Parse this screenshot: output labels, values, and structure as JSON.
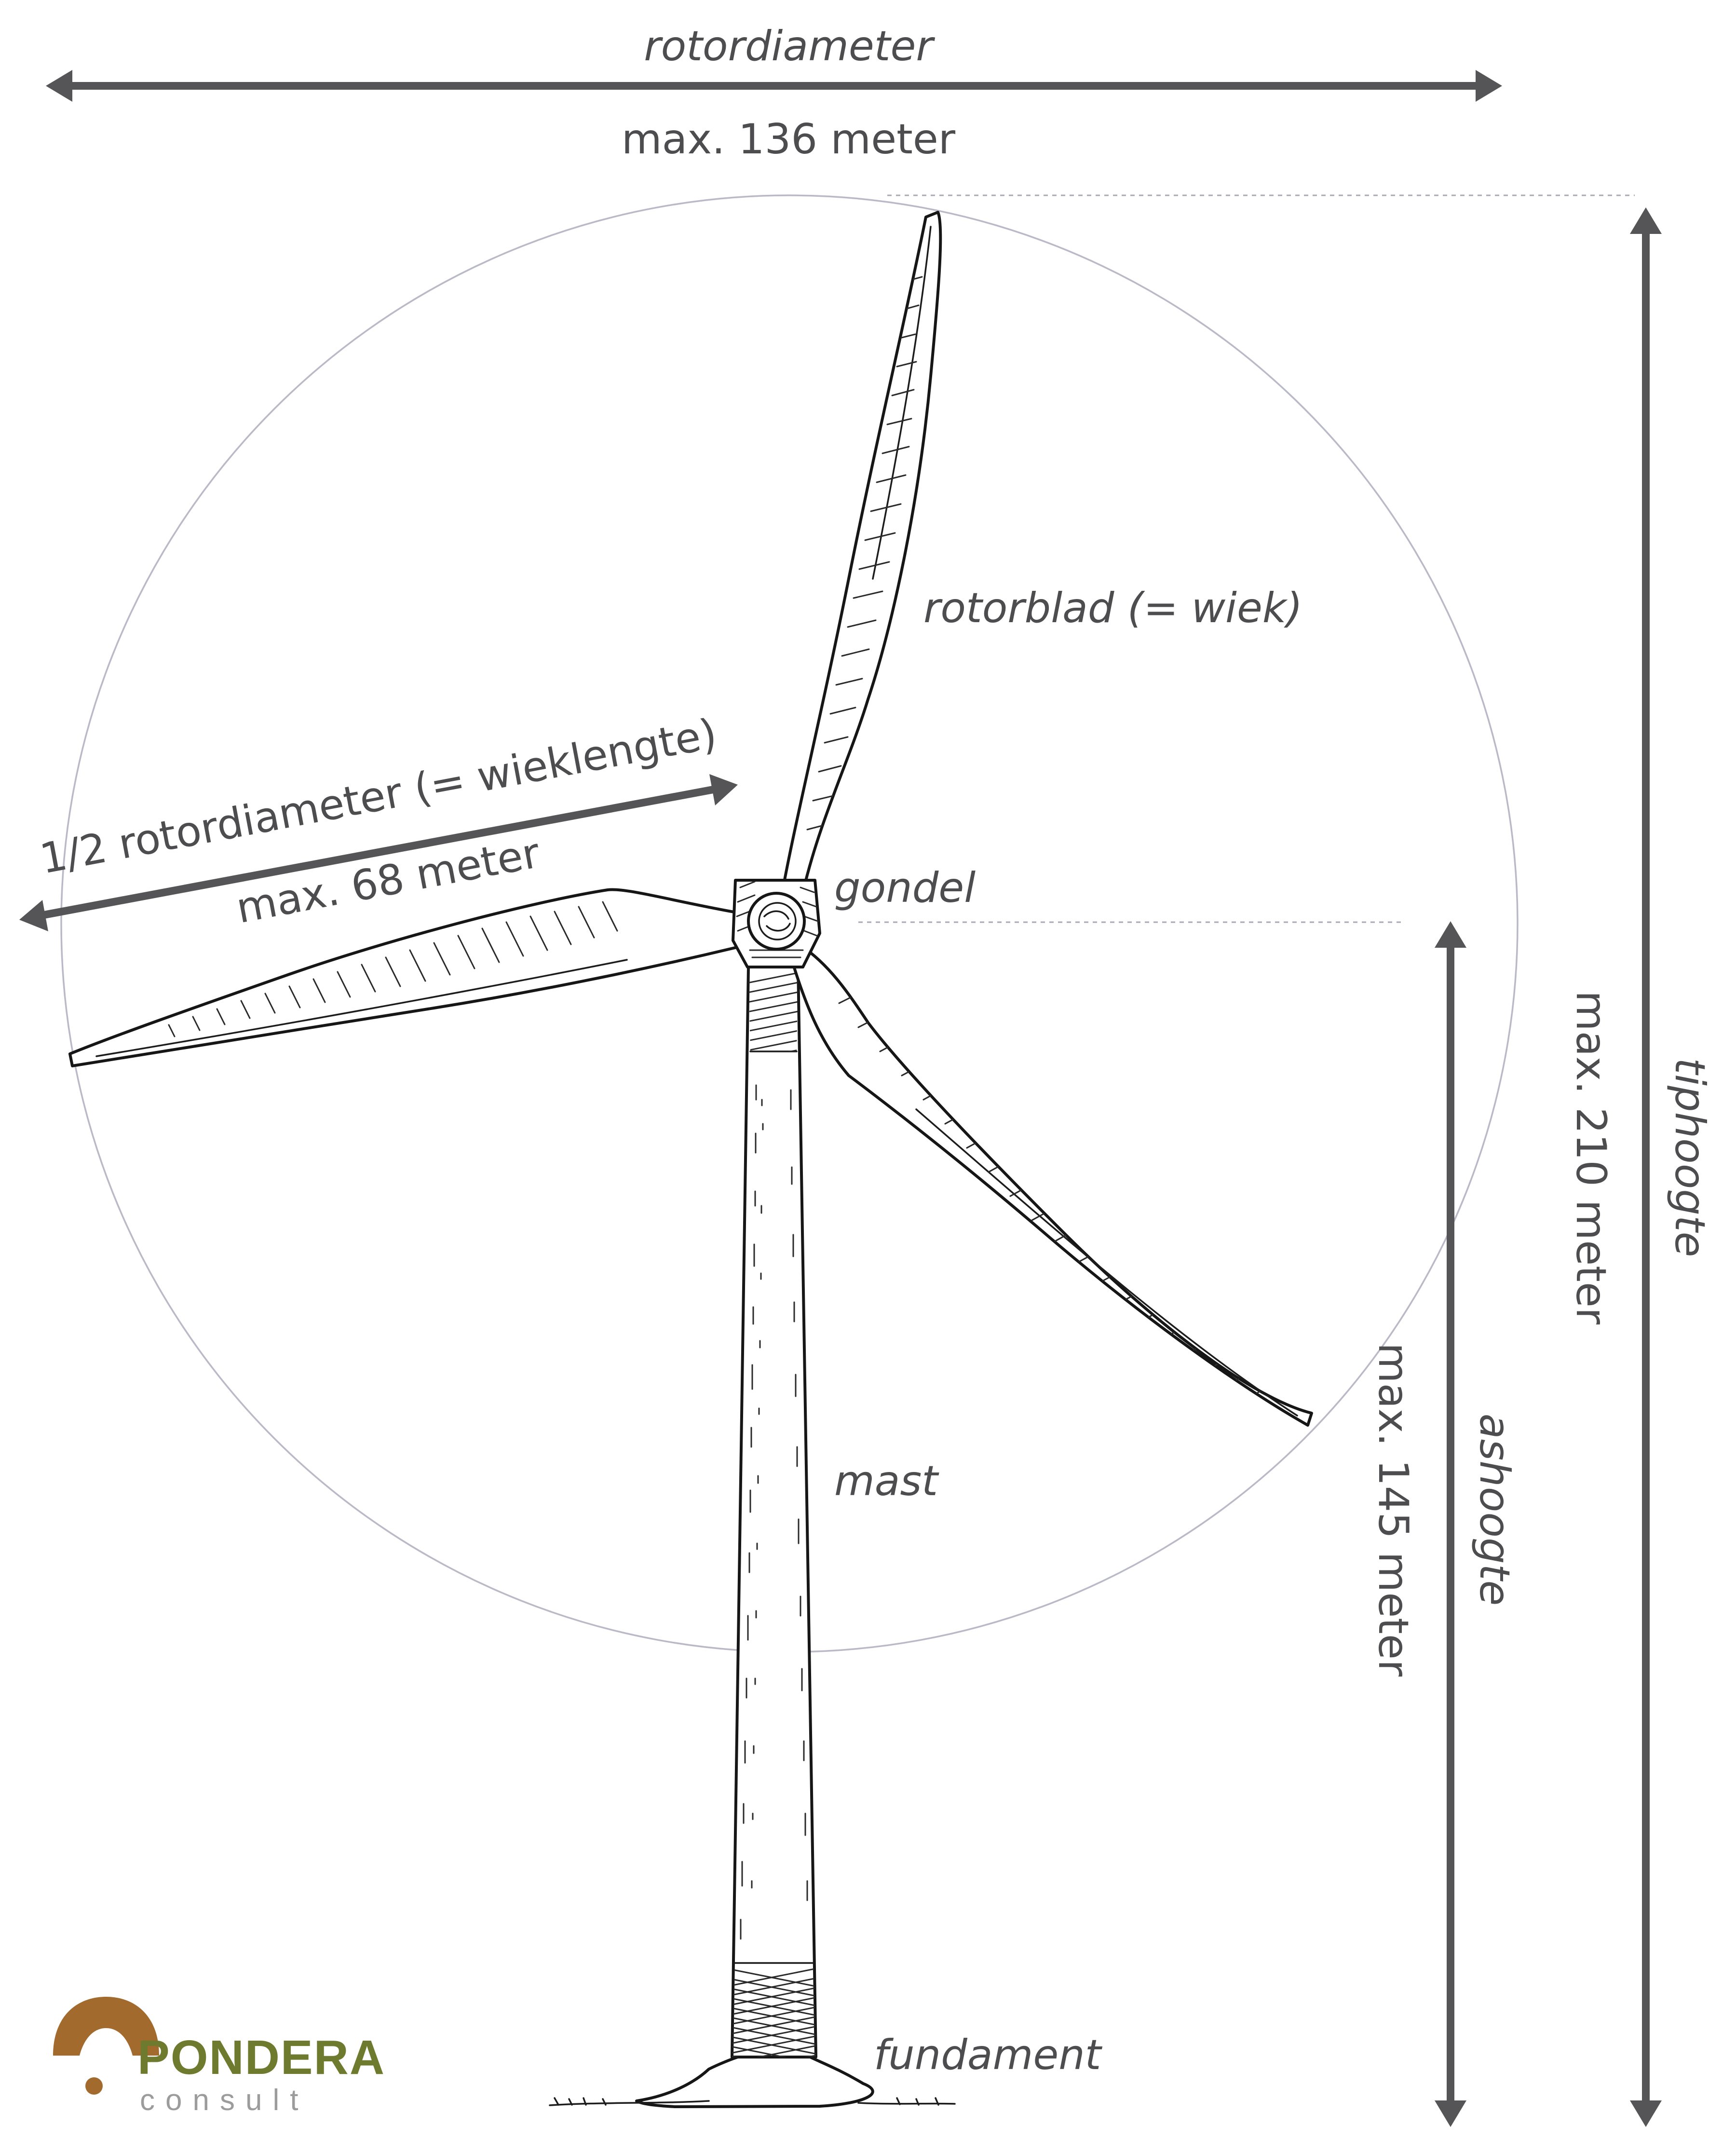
{
  "labels": {
    "rotor_diameter": "rotordiameter",
    "rotor_diameter_value": "max. 136 meter",
    "half_rotor": "1/2 rotordiameter (= wieklengte)",
    "half_rotor_value": "max. 68 meter",
    "blade": "rotorblad (= wiek)",
    "nacelle": "gondel",
    "mast": "mast",
    "foundation": "fundament",
    "hub_height": "ashoogte",
    "hub_height_value": "max. 145 meter",
    "tip_height": "tiphoogte",
    "tip_height_value": "max. 210 meter"
  },
  "logo": {
    "name": "PONDERA",
    "sub": "consult"
  },
  "colors": {
    "text": "#4d4d4f",
    "arrows": "#555558",
    "circle": "#b9b9c7",
    "logo_brown": "#a26a2c",
    "logo_green": "#6e7a2e"
  }
}
